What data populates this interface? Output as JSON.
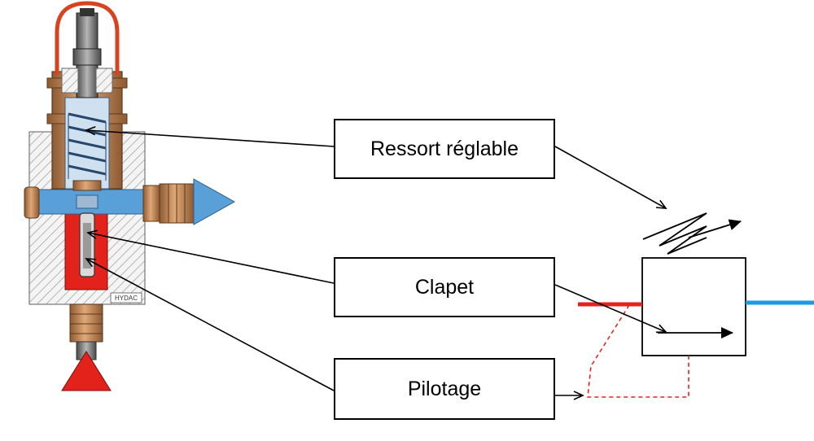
{
  "labels": {
    "ressort": "Ressort réglable",
    "clapet": "Clapet",
    "pilotage": "Pilotage"
  },
  "valve_brand": "HYDAC",
  "colors": {
    "high_pressure": "#e3231b",
    "low_pressure": "#5aa0d8",
    "outlet_line": "#1e9be0",
    "bronze": "#c98a55",
    "spring": "#a9c8e6",
    "body_hatch": "#888888",
    "cap": "#d8431f"
  }
}
